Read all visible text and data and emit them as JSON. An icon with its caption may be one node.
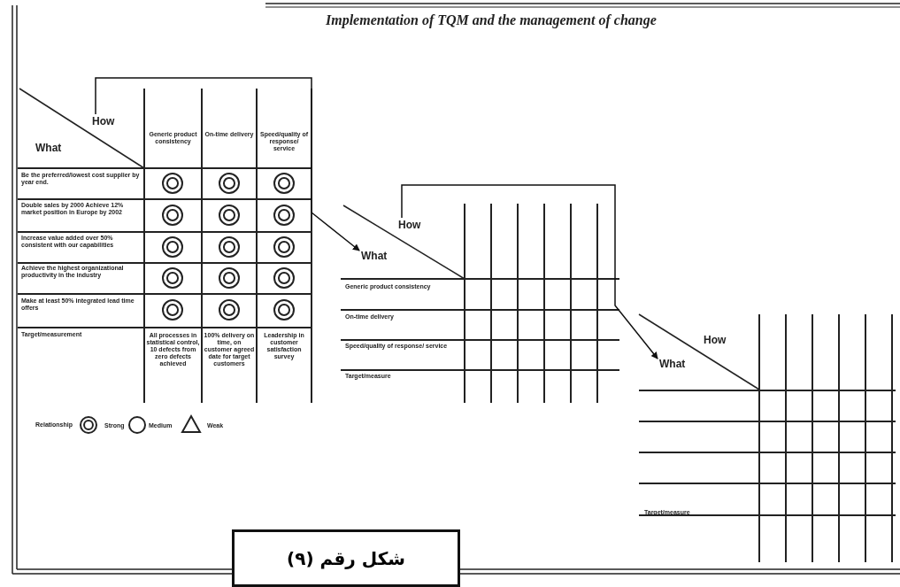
{
  "diagram": {
    "title": "Implementation of TQM and the management of change",
    "caption": "شكل رقم (٩)",
    "nodes": [
      {
        "text": [
          "How"
        ]
      },
      {
        "text": [
          "What"
        ]
      },
      {
        "text": [
          "How"
        ]
      },
      {
        "text": [
          "What"
        ]
      }
    ],
    "edges": [
      {
        "from": 0,
        "to": 1,
        "arrow": "to"
      },
      {
        "from": 2,
        "to": 3,
        "arrow": "to"
      }
    ],
    "labels": [
      "What",
      "Generic product consistency",
      "On-time delivery",
      "Speed/quality of response/ service",
      "Be the preferred/lowest cost supplier by year end.",
      "Double sales by 2000 Achieve 12% market position in Europe by 2002",
      "Increase value added over 50% consistent with our capabilities",
      "Achieve the highest organizational productivity in the industry",
      "Make at least 50% integrated lead time offers",
      "Target/measurement",
      "All processes in statistical control, 10 defects from zero defects achieved",
      "100% delivery on time, on customer agreed date for target customers",
      "Leadership in customer satisfaction survey",
      "Relationship",
      "Generic product consistency",
      "On-time delivery",
      "Speed/quality of response/ service",
      "Target/measure",
      "How",
      "Target/measure"
    ],
    "legend": [
      {
        "text": "Strong"
      },
      {
        "text": "Medium"
      },
      {
        "text": "Weak"
      }
    ]
  }
}
